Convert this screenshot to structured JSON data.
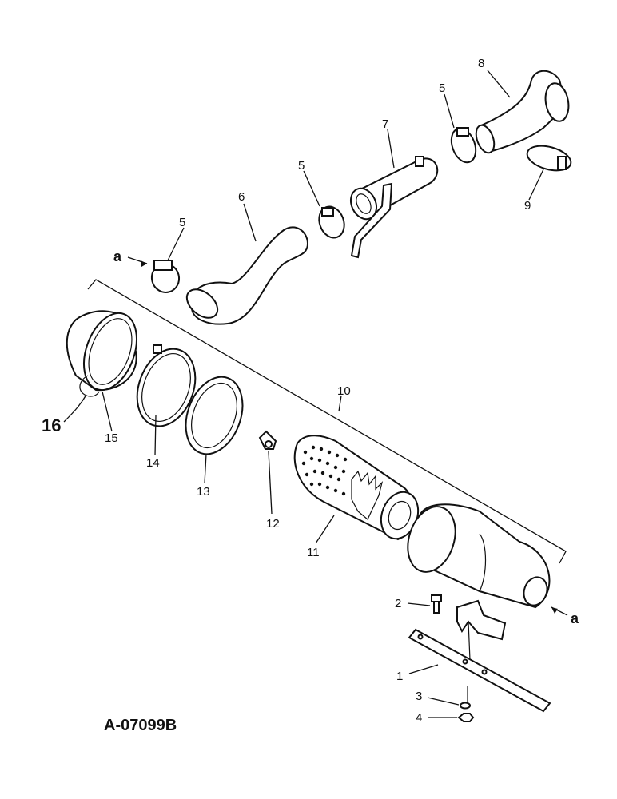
{
  "drawing_id": "A-07099B",
  "connection_marker": "a",
  "callouts": {
    "c1": "1",
    "c2": "2",
    "c3": "3",
    "c4": "4",
    "c5a": "5",
    "c5b": "5",
    "c5c": "5",
    "c6": "6",
    "c7": "7",
    "c8": "8",
    "c9": "9",
    "c10": "10",
    "c11": "11",
    "c12": "12",
    "c13": "13",
    "c14": "14",
    "c15": "15",
    "c16": "16"
  }
}
